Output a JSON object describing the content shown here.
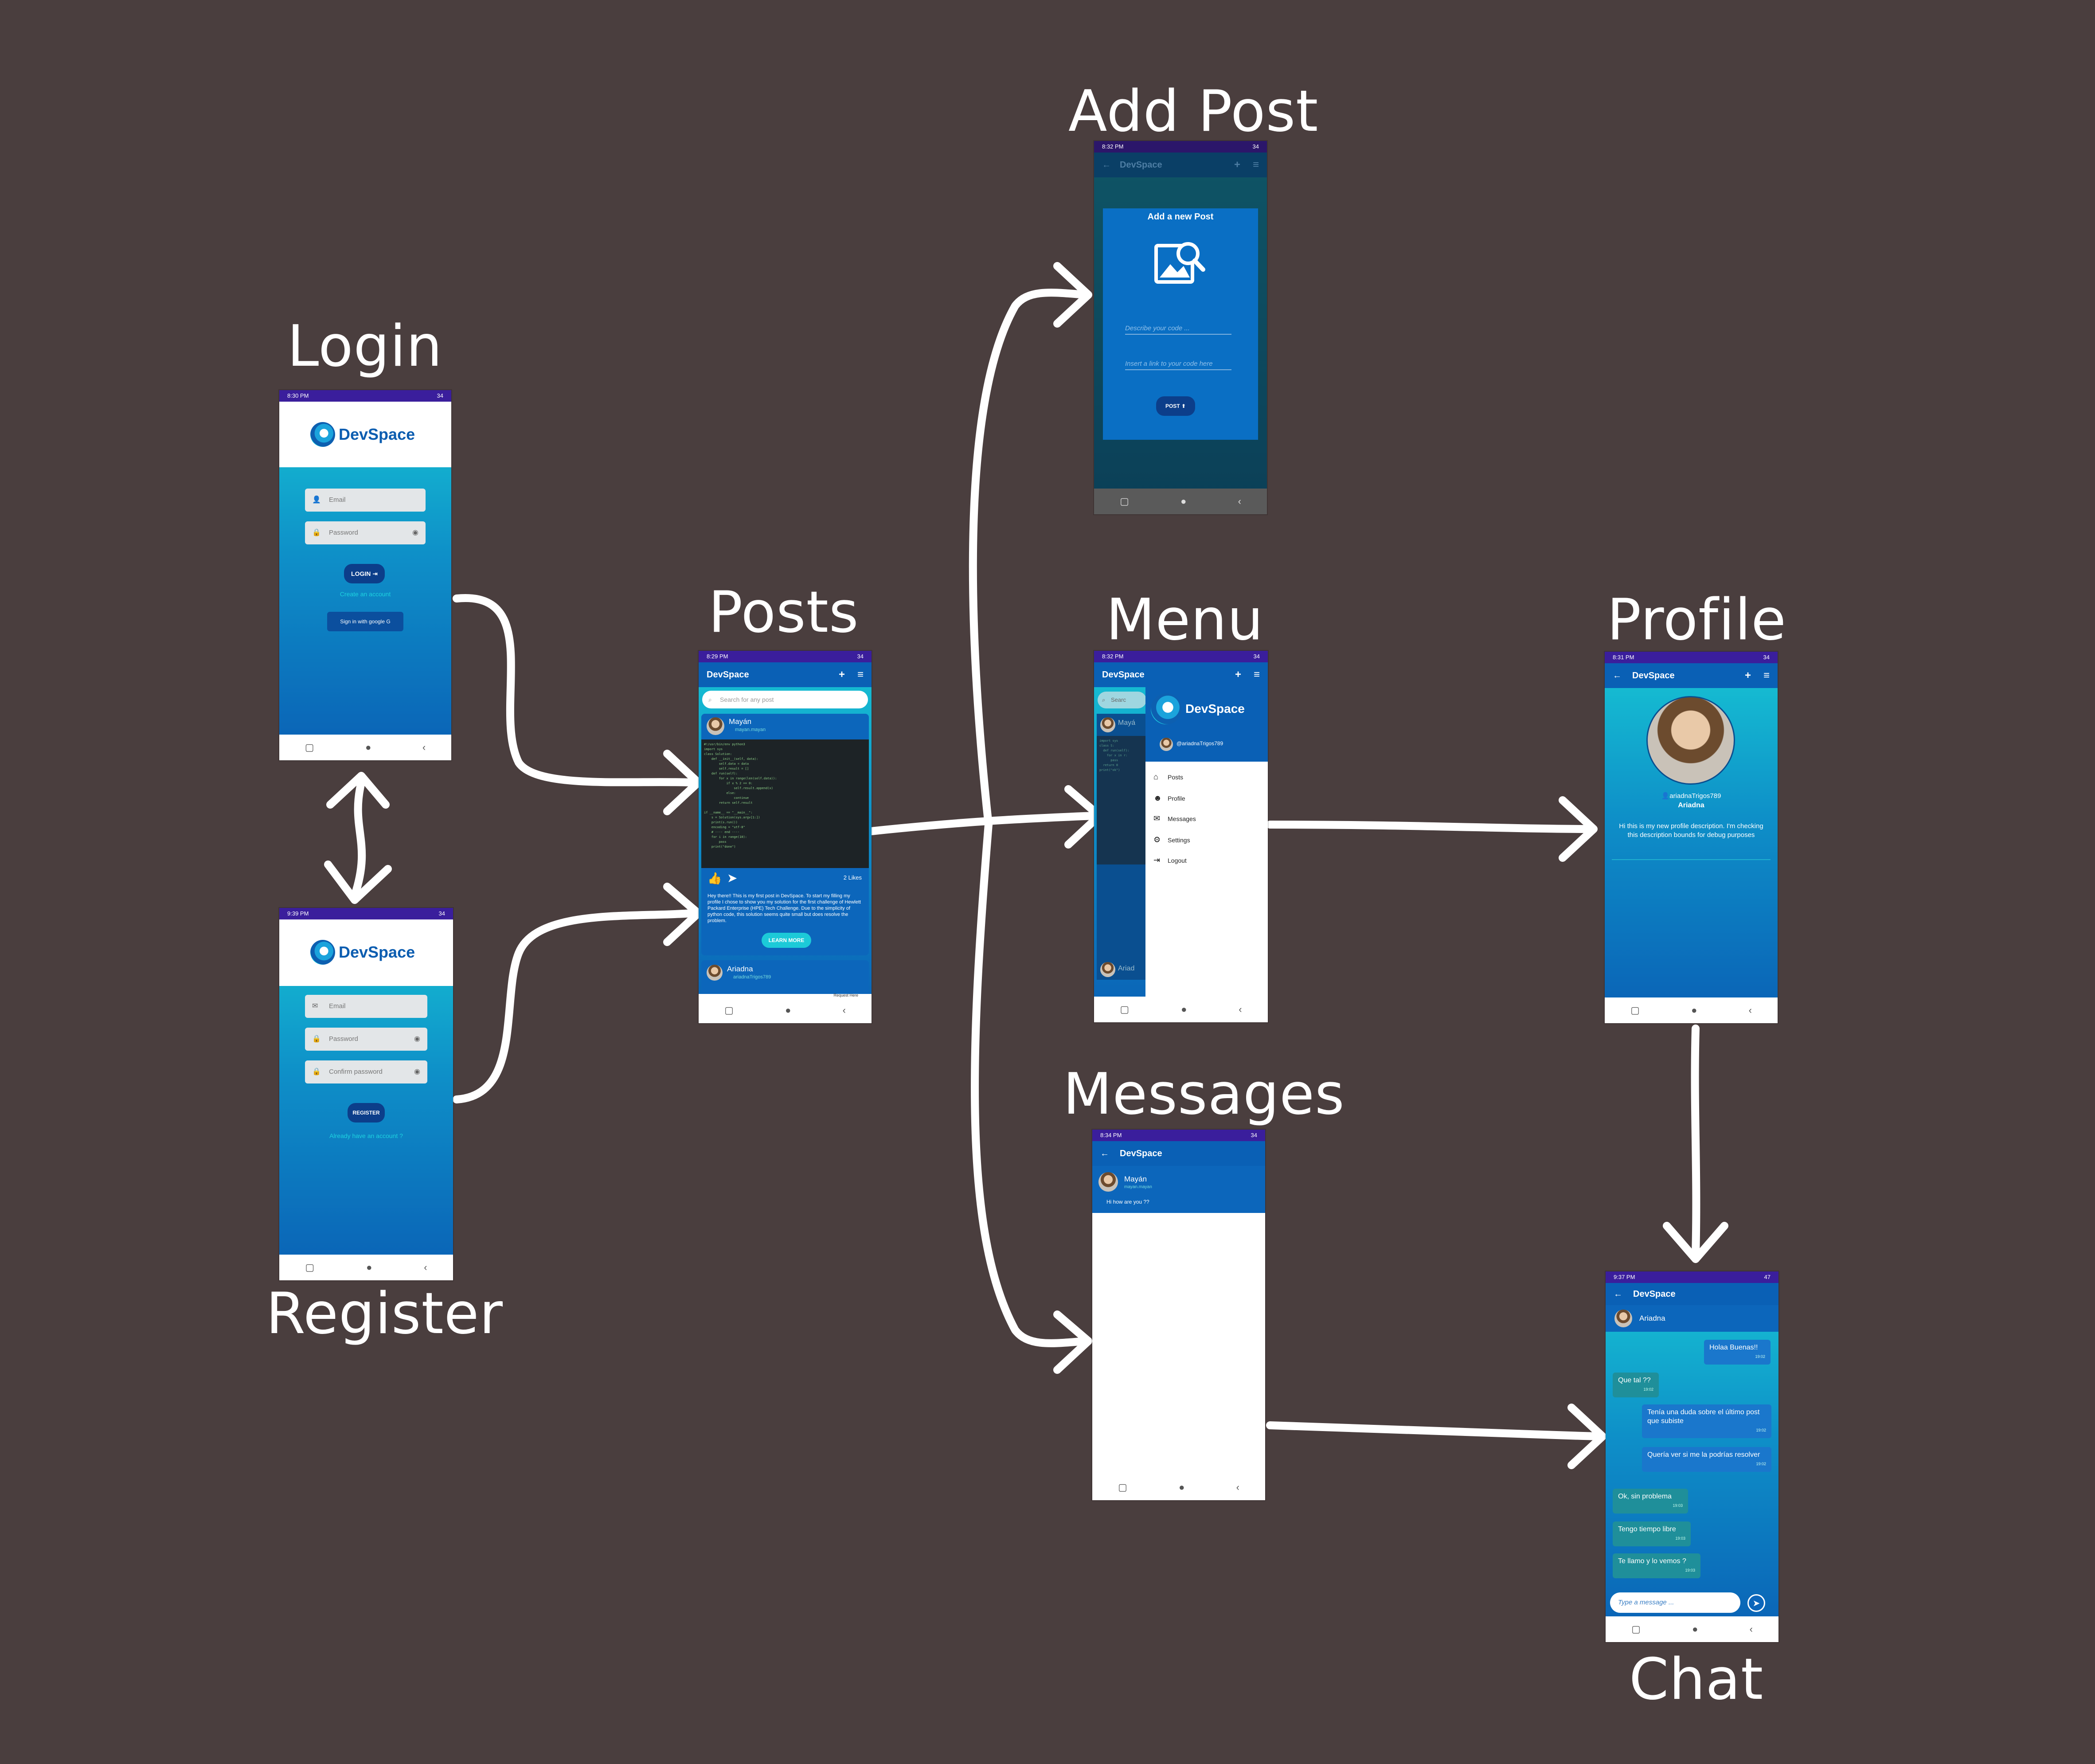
{
  "titles": {
    "login": "Login",
    "register": "Register",
    "posts": "Posts",
    "add_post": "Add Post",
    "menu": "Menu",
    "messages": "Messages",
    "profile": "Profile",
    "chat": "Chat"
  },
  "app": {
    "name": "DevSpace"
  },
  "login_screen": {
    "status_time": "8:30 PM",
    "status_right": "34",
    "email_placeholder": "Email",
    "password_placeholder": "Password",
    "login_button": "LOGIN",
    "create_account_link": "Create an account",
    "google_button": "Sign in with google"
  },
  "register_screen": {
    "status_time": "9:39 PM",
    "status_right": "34",
    "email_placeholder": "Email",
    "password_placeholder": "Password",
    "confirm_placeholder": "Confirm password",
    "register_button": "REGISTER",
    "have_account_link": "Already have an account ?"
  },
  "posts_screen": {
    "status_time": "8:29 PM",
    "status_right": "34",
    "search_placeholder": "Search for any post",
    "post1_author": "Mayán",
    "post1_handle": "mayan.mayan",
    "post1_likes": "2 Likes",
    "post1_text": "Hey there!! This is my first post in DevSpace. To start my filling my profile I chose to show you my solution for the first challenge of Hewlett Packard Enterprise (HPE) Tech Challenge. Due to the simplicity of python code, this solution seems quite small but does resolve the problem.",
    "learn_more": "LEARN MORE",
    "post2_author": "Ariadna",
    "post2_handle": "ariadnaTrigos789",
    "footer_note": "Request Here"
  },
  "add_post_screen": {
    "status_time": "8:32 PM",
    "status_right": "34",
    "dialog_title": "Add a new Post",
    "describe_placeholder": "Describe your code ...",
    "link_placeholder": "Insert a link to your code here",
    "post_button": "POST"
  },
  "menu_screen": {
    "status_time": "8:32 PM",
    "status_right": "34",
    "user_handle": "@ariadnaTrigos789",
    "search_fragment": "Searc",
    "bg_author": "Mayá",
    "bg_author2": "Ariad",
    "items": [
      "Posts",
      "Profile",
      "Messages",
      "Settings",
      "Logout"
    ]
  },
  "messages_screen": {
    "status_time": "8:34 PM",
    "status_right": "34",
    "contact_name": "Mayán",
    "contact_handle": "mayan.mayan",
    "last_message": "Hi how are you ??"
  },
  "profile_screen": {
    "status_time": "8:31 PM",
    "status_right": "34",
    "handle": "ariadnaTrigos789",
    "name": "Ariadna",
    "description": "Hi this is my new profile description. I'm checking this description bounds for debug purposes"
  },
  "chat_screen": {
    "status_time": "9:37 PM",
    "status_right": "47",
    "contact_name": "Ariadna",
    "messages": [
      {
        "text": "Holaa Buenas!!",
        "time": "19:02"
      },
      {
        "text": "Que tal ??",
        "time": "19:02"
      },
      {
        "text": "Tenía una duda sobre el último post que subiste",
        "time": "19:02"
      },
      {
        "text": "Quería ver si me la podrías resolver",
        "time": "19:02"
      },
      {
        "text": "Ok, sin problema",
        "time": "19:03"
      },
      {
        "text": "Tengo tiempo libre",
        "time": "19:03"
      },
      {
        "text": "Te llamo y lo vemos ?",
        "time": "19:03"
      }
    ],
    "input_placeholder": "Type a message ..."
  },
  "colors": {
    "background": "#4a3e3e",
    "status_bar": "#3a1e9c",
    "app_bar": "#0a60b5",
    "gradient_top": "#17c6d4",
    "gradient_bottom": "#0a60b5",
    "button_dark": "#0c3e8a",
    "arrow": "#ffffff"
  }
}
